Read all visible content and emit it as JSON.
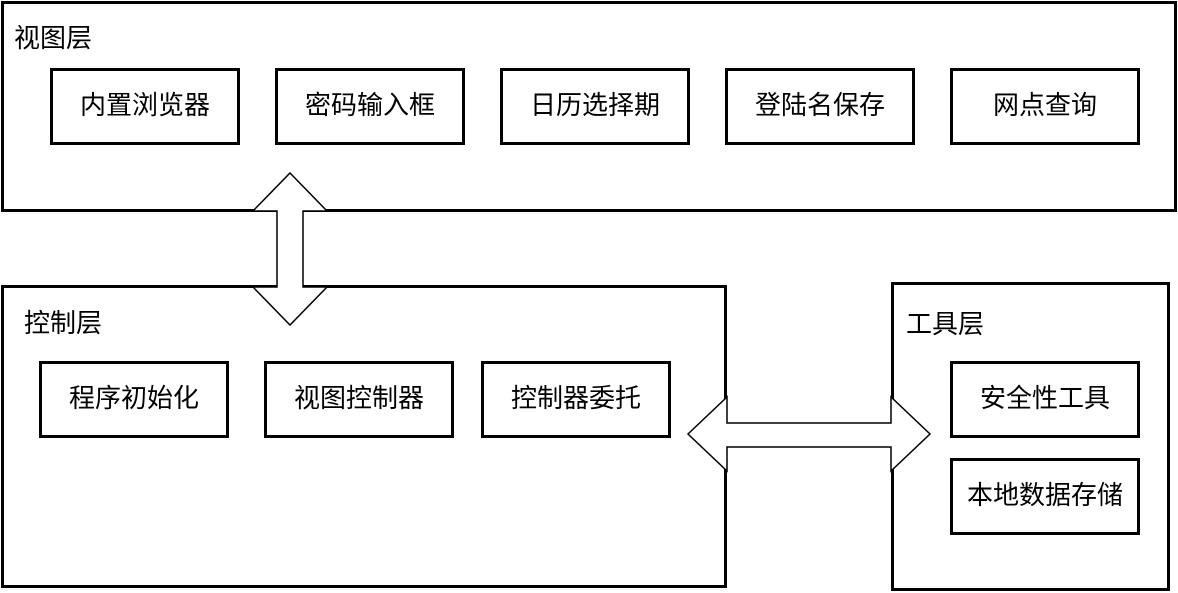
{
  "view_layer": {
    "title": "视图层",
    "items": [
      "内置浏览器",
      "密码输入框",
      "日历选择期",
      "登陆名保存",
      "网点查询"
    ]
  },
  "control_layer": {
    "title": "控制层",
    "items": [
      "程序初始化",
      "视图控制器",
      "控制器委托"
    ]
  },
  "tool_layer": {
    "title": "工具层",
    "items": [
      "安全性工具",
      "本地数据存储"
    ]
  }
}
